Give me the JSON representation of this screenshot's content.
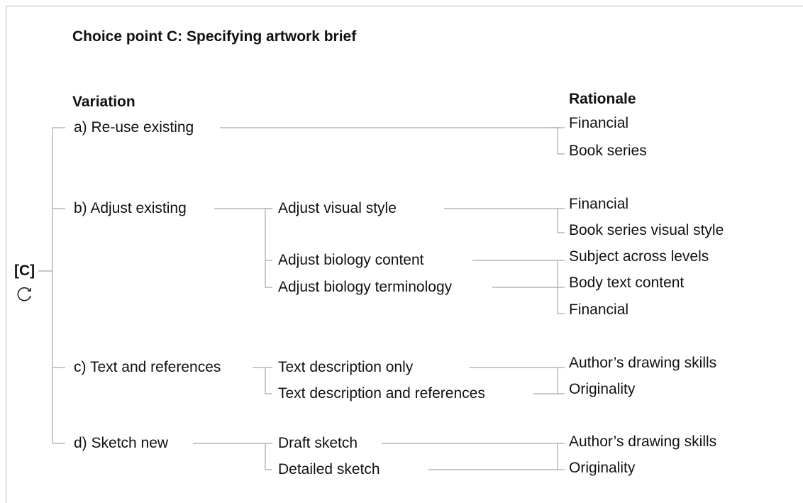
{
  "title": "Choice point C: Specifying artwork brief",
  "marker": "[C]",
  "icons": {
    "cycle": "cycle-arrow-icon"
  },
  "headers": {
    "variation": "Variation",
    "rationale": "Rationale"
  },
  "variations": [
    {
      "label": "a) Re-use existing",
      "sub": [],
      "rationale": [
        "Financial",
        "Book series"
      ]
    },
    {
      "label": "b) Adjust existing",
      "sub": [
        "Adjust visual style",
        "Adjust biology content",
        "Adjust biology terminology"
      ],
      "rationale_groups": [
        [
          "Financial",
          "Book series visual style"
        ],
        [
          "Subject across levels",
          "Body text content",
          "Financial"
        ]
      ]
    },
    {
      "label": "c) Text and references",
      "sub": [
        "Text description only",
        "Text description and references"
      ],
      "rationale": [
        "Author’s drawing skills",
        "Originality"
      ]
    },
    {
      "label": "d) Sketch new",
      "sub": [
        "Draft sketch",
        "Detailed sketch"
      ],
      "rationale": [
        "Author’s drawing skills",
        "Originality"
      ]
    }
  ]
}
